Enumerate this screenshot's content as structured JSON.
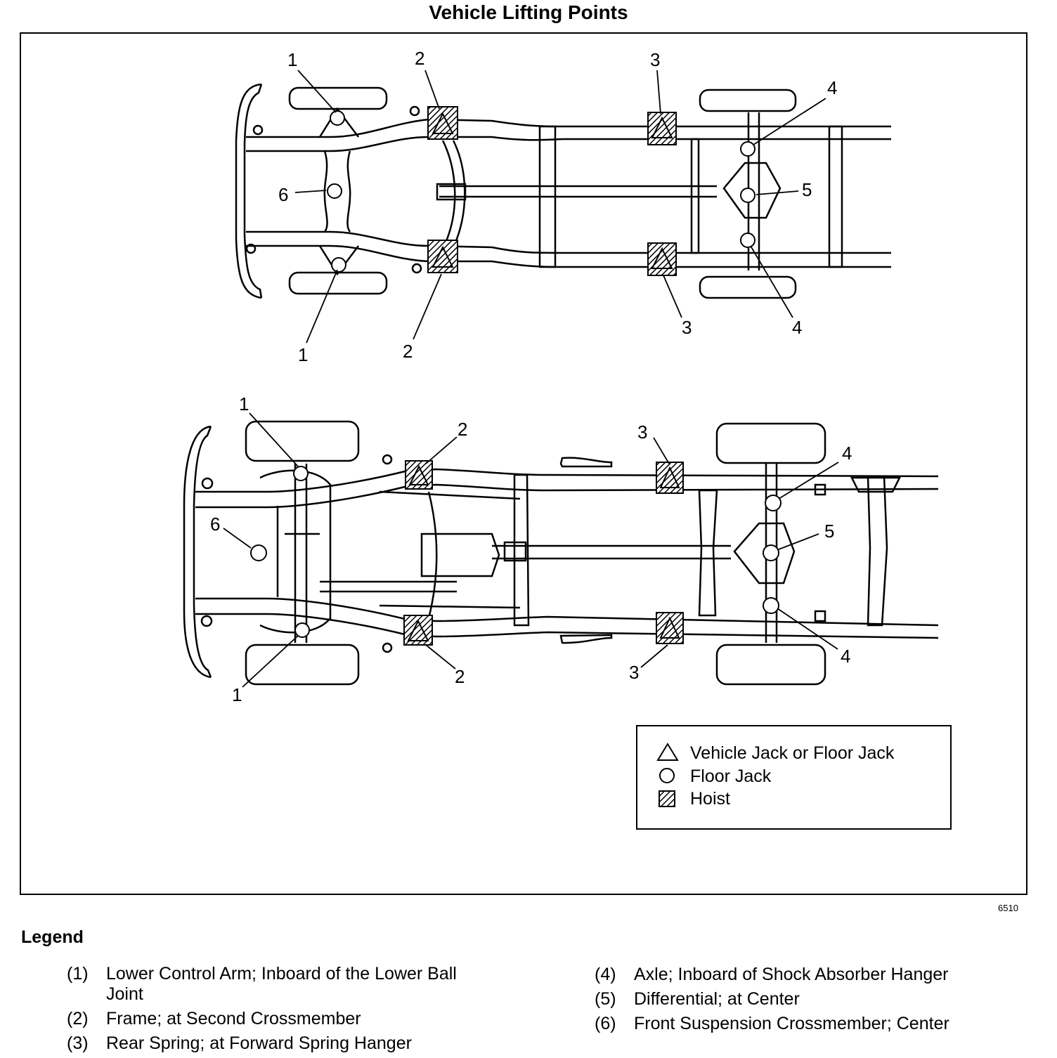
{
  "title": "Vehicle Lifting Points",
  "figure_number": "6510",
  "callouts": {
    "n1": "1",
    "n2": "2",
    "n3": "3",
    "n4": "4",
    "n5": "5",
    "n6": "6"
  },
  "symbol_key": {
    "triangle": "Vehicle Jack or Floor Jack",
    "circle": "Floor Jack",
    "hatched": "Hoist"
  },
  "legend": {
    "title": "Legend",
    "items": [
      {
        "num": "(1)",
        "text": "Lower Control Arm; Inboard of the Lower Ball Joint"
      },
      {
        "num": "(2)",
        "text": "Frame; at Second Crossmember"
      },
      {
        "num": "(3)",
        "text": "Rear Spring; at Forward Spring Hanger"
      },
      {
        "num": "(4)",
        "text": "Axle; Inboard of Shock Absorber Hanger"
      },
      {
        "num": "(5)",
        "text": "Differential; at Center"
      },
      {
        "num": "(6)",
        "text": "Front Suspension Crossmember; Center"
      }
    ]
  }
}
